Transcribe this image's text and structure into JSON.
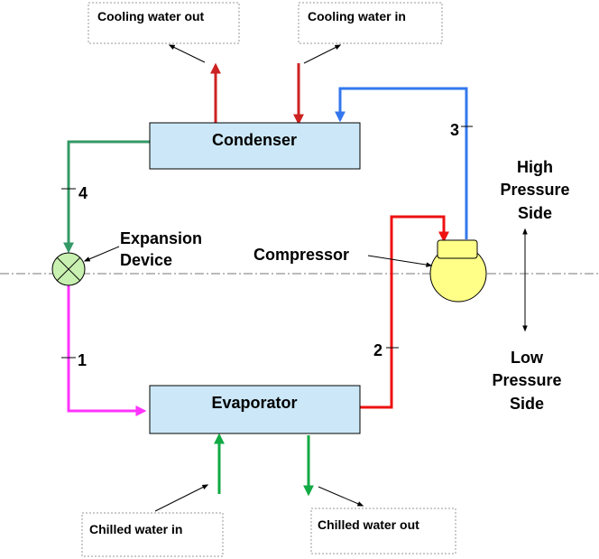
{
  "labels": {
    "cooling_out": "Cooling water out",
    "cooling_in": "Cooling water in",
    "chilled_in": "Chilled water in",
    "chilled_out": "Chilled water out",
    "condenser": "Condenser",
    "evaporator": "Evaporator",
    "compressor": "Compressor",
    "expansion_line1": "Expansion",
    "expansion_line2": "Device",
    "high_line1": "High",
    "high_line2": "Pressure",
    "high_line3": "Side",
    "low_line1": "Low",
    "low_line2": "Pressure",
    "low_line3": "Side",
    "point1": "1",
    "point2": "2",
    "point3": "3",
    "point4": "4"
  },
  "colors": {
    "red": "#ee1111",
    "dark_red": "#cc2222",
    "blue": "#3377ee",
    "green_line": "#339966",
    "magenta": "#ff33ff",
    "water_green": "#11aa44",
    "box_fill": "#cce8f8",
    "compressor_fill": "#ffff88",
    "valve_fill": "#c8f0b0"
  }
}
